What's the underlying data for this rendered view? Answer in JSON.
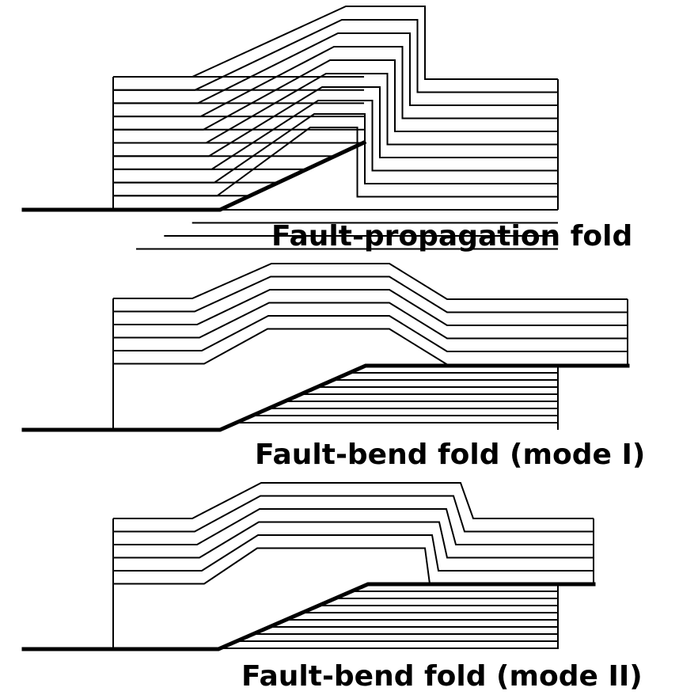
{
  "panels": [
    {
      "caption": "Fault-propagation fold"
    },
    {
      "caption": "Fault-bend fold (mode I)"
    },
    {
      "caption": "Fault-bend fold (mode II)"
    }
  ],
  "colors": {
    "ink": "#000000",
    "background": "#ffffff"
  }
}
